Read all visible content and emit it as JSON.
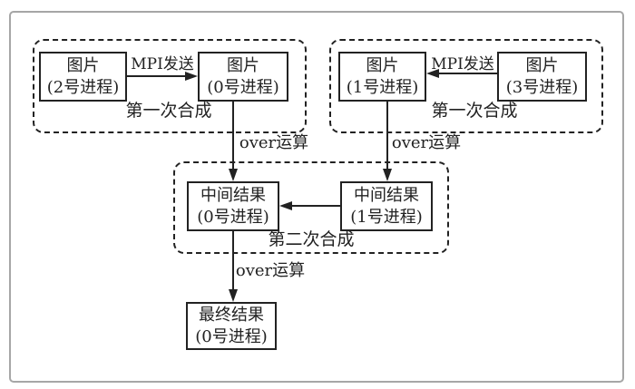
{
  "figure": {
    "groups": {
      "first_left": {
        "label": "第一次合成"
      },
      "first_right": {
        "label": "第一次合成"
      },
      "second": {
        "label": "第二次合成"
      }
    },
    "nodes": {
      "image_p2": {
        "title": "图片",
        "subtitle": "(2号进程)"
      },
      "image_p0": {
        "title": "图片",
        "subtitle": "(0号进程)"
      },
      "image_p1": {
        "title": "图片",
        "subtitle": "(1号进程)"
      },
      "image_p3": {
        "title": "图片",
        "subtitle": "(3号进程)"
      },
      "intermediate_p0": {
        "title": "中间结果",
        "subtitle": "(0号进程)"
      },
      "intermediate_p1": {
        "title": "中间结果",
        "subtitle": "(1号进程)"
      },
      "final_p0": {
        "title": "最终结果",
        "subtitle": "(0号进程)"
      }
    },
    "edges": {
      "mpi_send_left": {
        "label": "MPI发送"
      },
      "mpi_send_right": {
        "label": "MPI发送"
      },
      "over_left": {
        "label": "over运算"
      },
      "over_right": {
        "label": "over运算"
      },
      "over_final": {
        "label": "over运算"
      }
    },
    "colors": {
      "ink": "#222222",
      "frame_border": "#a6a6a6",
      "background": "#ffffff"
    }
  }
}
